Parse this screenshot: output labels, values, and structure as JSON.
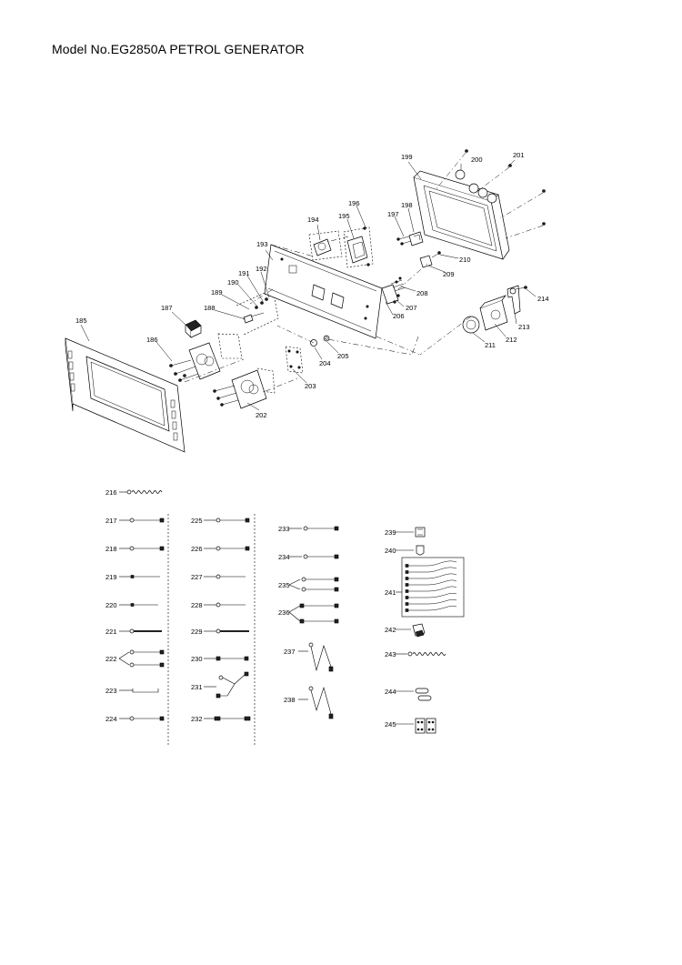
{
  "title": "Model No.EG2850A PETROL GENERATOR",
  "exploded_labels": [
    "185",
    "186",
    "187",
    "188",
    "189",
    "190",
    "191",
    "192",
    "193",
    "194",
    "195",
    "196",
    "197",
    "198",
    "199",
    "200",
    "201",
    "202",
    "203",
    "204",
    "205",
    "206",
    "207",
    "208",
    "209",
    "210",
    "211",
    "212",
    "213",
    "214"
  ],
  "harness_labels": [
    "216",
    "217",
    "218",
    "219",
    "220",
    "221",
    "222",
    "223",
    "224",
    "225",
    "226",
    "227",
    "228",
    "229",
    "230",
    "231",
    "232",
    "233",
    "234",
    "235",
    "236",
    "237",
    "238",
    "239",
    "240",
    "241",
    "242",
    "243",
    "244",
    "245"
  ]
}
